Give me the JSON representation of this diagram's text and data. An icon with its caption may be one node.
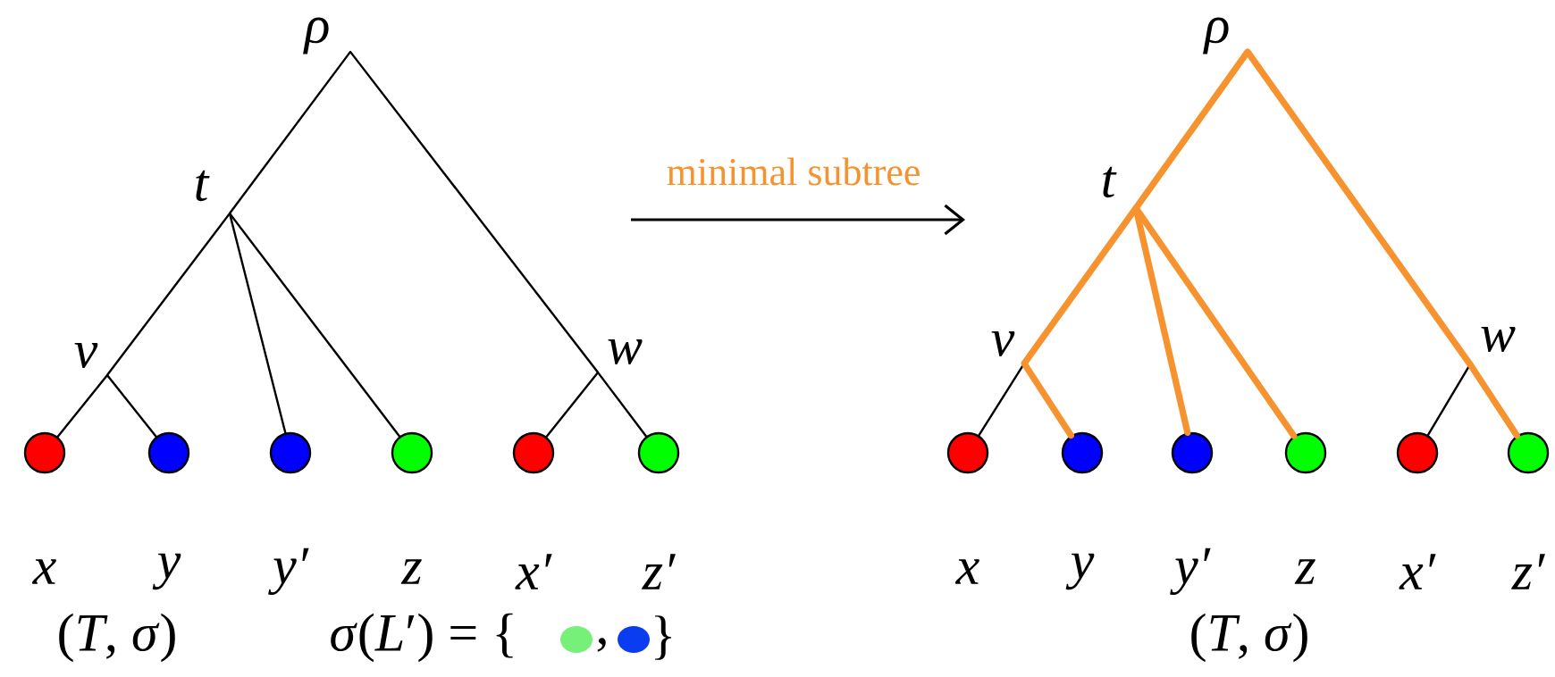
{
  "diagram": {
    "nodes": [
      {
        "text": [
          "ρ"
        ]
      },
      {
        "text": [
          "t"
        ]
      },
      {
        "text": [
          "v"
        ]
      },
      {
        "text": [
          "w"
        ]
      },
      {
        "text": [
          "x"
        ]
      },
      {
        "text": [
          "y"
        ]
      },
      {
        "text": [
          "y′"
        ]
      },
      {
        "text": [
          "z"
        ]
      },
      {
        "text": [
          "x′"
        ]
      },
      {
        "text": [
          "z′"
        ]
      },
      {
        "text": [
          "ρ"
        ]
      },
      {
        "text": [
          "t"
        ]
      },
      {
        "text": [
          "v"
        ]
      },
      {
        "text": [
          "w"
        ]
      },
      {
        "text": [
          "x"
        ]
      },
      {
        "text": [
          "y"
        ]
      },
      {
        "text": [
          "y′"
        ]
      },
      {
        "text": [
          "z"
        ]
      },
      {
        "text": [
          "x′"
        ]
      },
      {
        "text": [
          "z′"
        ]
      }
    ],
    "edges": [
      {
        "from": 0,
        "to": 1,
        "arrow": "none"
      },
      {
        "from": 0,
        "to": 3,
        "arrow": "none"
      },
      {
        "from": 1,
        "to": 2,
        "arrow": "none"
      },
      {
        "from": 1,
        "to": 6,
        "arrow": "none"
      },
      {
        "from": 1,
        "to": 7,
        "arrow": "none"
      },
      {
        "from": 2,
        "to": 4,
        "arrow": "none"
      },
      {
        "from": 2,
        "to": 5,
        "arrow": "none"
      },
      {
        "from": 3,
        "to": 8,
        "arrow": "none"
      },
      {
        "from": 3,
        "to": 9,
        "arrow": "none"
      },
      {
        "from": 10,
        "to": 11,
        "arrow": "none",
        "style": "thick",
        "color": "#f7932f"
      },
      {
        "from": 10,
        "to": 13,
        "arrow": "none",
        "style": "thick",
        "color": "#f7932f"
      },
      {
        "from": 11,
        "to": 12,
        "arrow": "none",
        "style": "thick",
        "color": "#f7932f"
      },
      {
        "from": 11,
        "to": 16,
        "arrow": "none",
        "style": "thick",
        "color": "#f7932f"
      },
      {
        "from": 11,
        "to": 17,
        "arrow": "none",
        "style": "thick",
        "color": "#f7932f"
      },
      {
        "from": 12,
        "to": 14,
        "arrow": "none"
      },
      {
        "from": 12,
        "to": 15,
        "arrow": "none",
        "style": "thick",
        "color": "#f7932f"
      },
      {
        "from": 13,
        "to": 18,
        "arrow": "none"
      },
      {
        "from": 13,
        "to": 19,
        "arrow": "none",
        "style": "thick",
        "color": "#f7932f"
      }
    ],
    "labels": [
      "minimal subtree",
      "(*T*, *σ*)",
      "*σ*(*L*′) = {",
      ",",
      "}",
      "(*T*, *σ*)"
    ]
  }
}
